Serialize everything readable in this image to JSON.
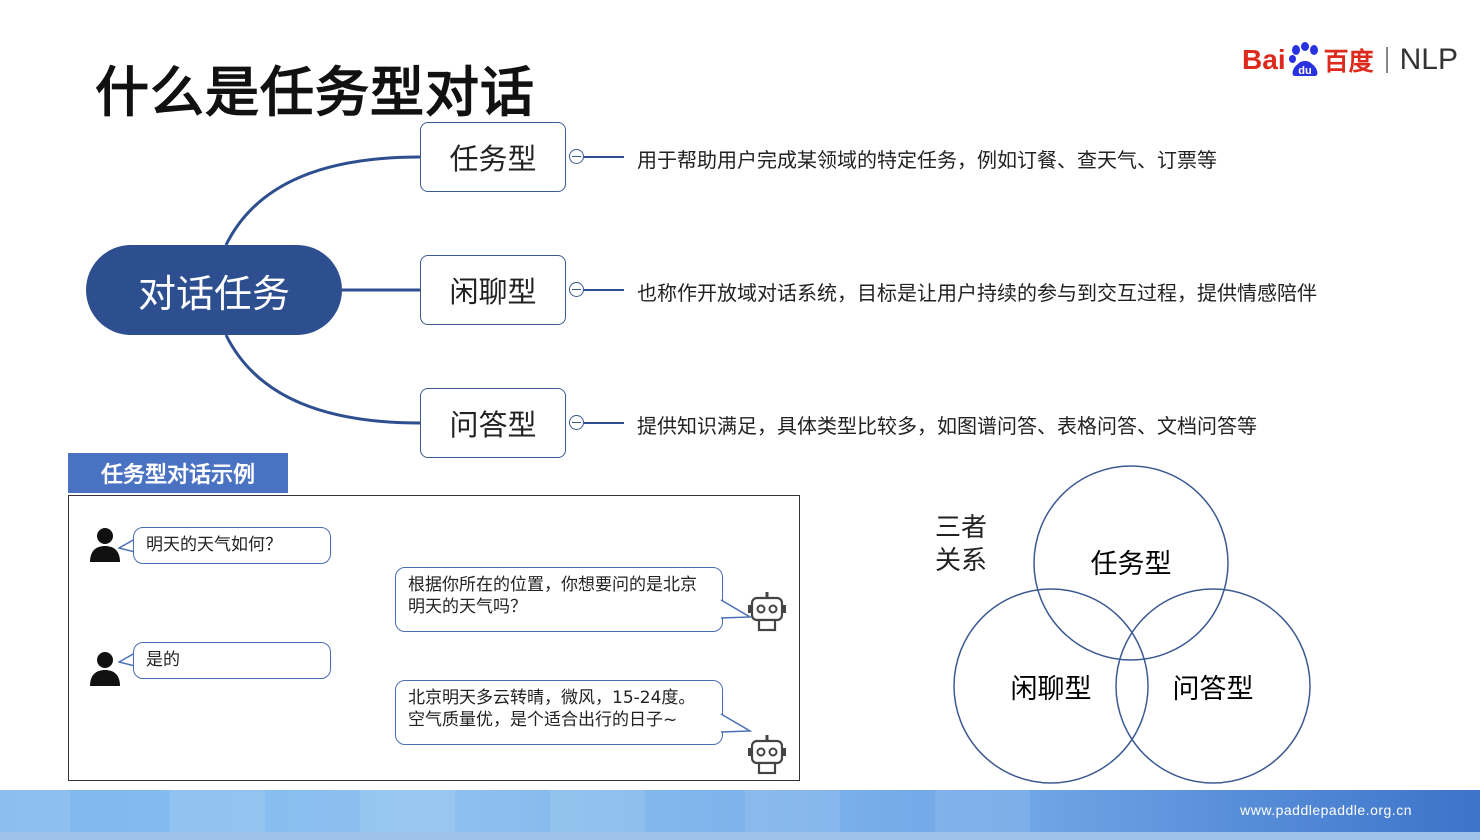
{
  "title": "什么是任务型对话",
  "logo": {
    "brand_latin": "Bai",
    "brand_du": "du",
    "brand_cn": "百度",
    "product": "NLP"
  },
  "mindmap": {
    "root": "对话任务",
    "branches": [
      {
        "label": "任务型",
        "desc": "用于帮助用户完成某领域的特定任务，例如订餐、查天气、订票等"
      },
      {
        "label": "闲聊型",
        "desc": "也称作开放域对话系统，目标是让用户持续的参与到交互过程，提供情感陪伴"
      },
      {
        "label": "问答型",
        "desc": "提供知识满足，具体类型比较多，如图谱问答、表格问答、文档问答等"
      }
    ]
  },
  "example": {
    "label": "任务型对话示例",
    "messages": [
      {
        "speaker": "user",
        "text": "明天的天气如何？"
      },
      {
        "speaker": "bot",
        "text": "根据你所在的位置，你想要问的是北京明天的天气吗？"
      },
      {
        "speaker": "user",
        "text": "是的"
      },
      {
        "speaker": "bot",
        "text": "北京明天多云转晴，微风，15-24度。空气质量优，是个适合出行的日子~"
      }
    ]
  },
  "venn": {
    "label_line1": "三者",
    "label_line2": "关系",
    "sets": [
      "任务型",
      "闲聊型",
      "问答型"
    ]
  },
  "footer": {
    "url": "www.paddlepaddle.org.cn"
  },
  "colors": {
    "primary": "#2e4f8f",
    "accent": "#4a72c2",
    "brand_red": "#de2a1d"
  }
}
